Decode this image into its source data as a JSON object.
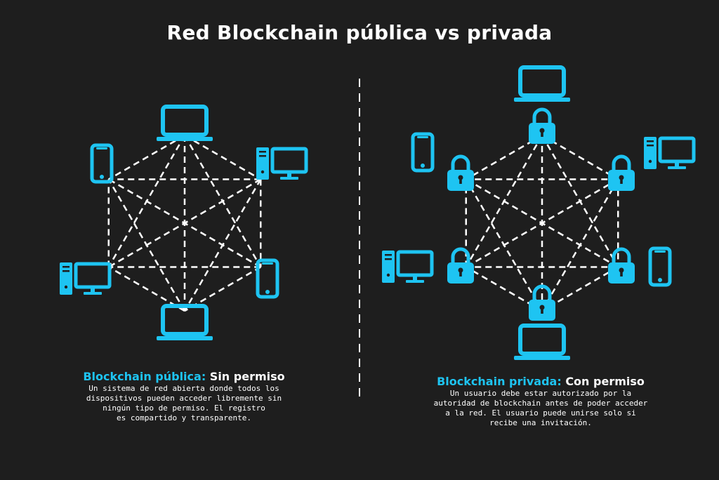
{
  "title": "Red Blockchain pública vs privada",
  "colors": {
    "background": "#1e1e1e",
    "accent": "#1ec4f2",
    "lines": "#ffffff",
    "text": "#ffffff"
  },
  "left": {
    "heading_accent": "Blockchain pública:",
    "heading_rest": "Sin permiso",
    "description": "Un sistema de red abierta donde todos los\ndispositivos pueden acceder libremente sin\nningún tipo de permiso. El registro\nes compartido y transparente.",
    "devices": [
      "laptop-icon",
      "desktop-icon",
      "phone-icon",
      "laptop-icon",
      "desktop-icon",
      "phone-icon"
    ]
  },
  "right": {
    "heading_accent": "Blockchain privada:",
    "heading_rest": "Con permiso",
    "description": "Un usuario debe estar autorizado por la\nautoridad de blockchain antes de poder acceder\na la red. El usuario puede unirse solo si\nrecibe una invitación.",
    "devices": [
      "laptop-icon",
      "desktop-icon",
      "phone-icon",
      "laptop-icon",
      "desktop-icon",
      "phone-icon"
    ],
    "node_icon": "lock-icon"
  }
}
